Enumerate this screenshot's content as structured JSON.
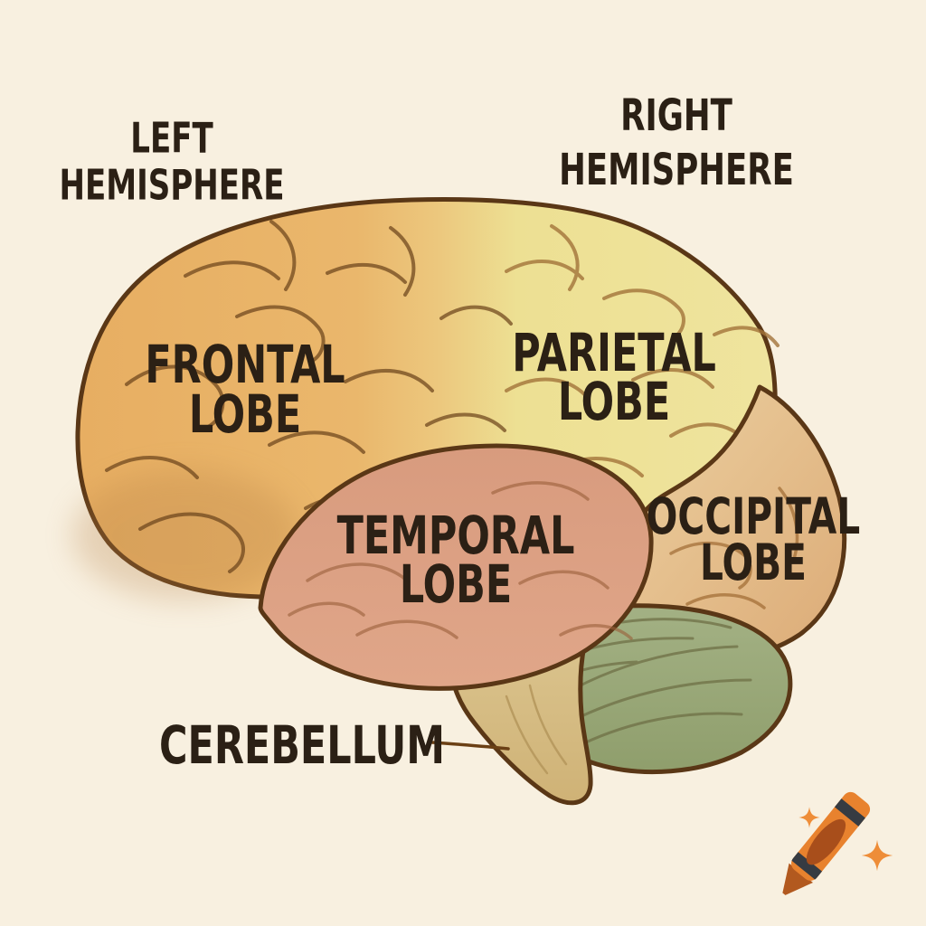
{
  "canvas": {
    "background": "#f8f0e0",
    "text_color": "#2b2015"
  },
  "labels": {
    "left_hemisphere": {
      "line1": "LEFT",
      "line2": "HEMISPHERE"
    },
    "right_hemisphere": {
      "line1": "RIGHT",
      "line2": "HEMISPHERE"
    },
    "frontal_lobe": {
      "line1": "FRONTAL",
      "line2": "LOBE"
    },
    "parietal_lobe": {
      "line1": "PARIETAL",
      "line2": "LOBE"
    },
    "temporal_lobe": {
      "line1": "TEMPORAL",
      "line2": "LOBE"
    },
    "occipital_lobe": {
      "line1": "OCCIPITAL",
      "line2": "LOBE"
    },
    "cerebellum": {
      "line1": "CEREBELLUM"
    }
  },
  "regions": [
    {
      "name": "frontal-lobe",
      "label": "FRONTAL LOBE",
      "color": "#eab66c"
    },
    {
      "name": "parietal-lobe",
      "label": "PARIETAL LOBE",
      "color": "#ede193"
    },
    {
      "name": "temporal-lobe",
      "label": "TEMPORAL LOBE",
      "color": "#dda084"
    },
    {
      "name": "occipital-lobe",
      "label": "OCCIPITAL LOBE",
      "color": "#e0ba8c"
    },
    {
      "name": "cerebellum",
      "label": "CEREBELLUM",
      "color": "#9cab79"
    },
    {
      "name": "brain-stem",
      "label": "",
      "color": "#d8c08a"
    }
  ],
  "outline_color": "#5a3716",
  "logo": {
    "name": "crayon-watermark",
    "crayon_color": "#e8822e",
    "tip_color": "#b2591f",
    "label_oval_color": "#a84e1b",
    "stripe_color": "#363b42",
    "sparkle_color": "#ee8d38"
  }
}
